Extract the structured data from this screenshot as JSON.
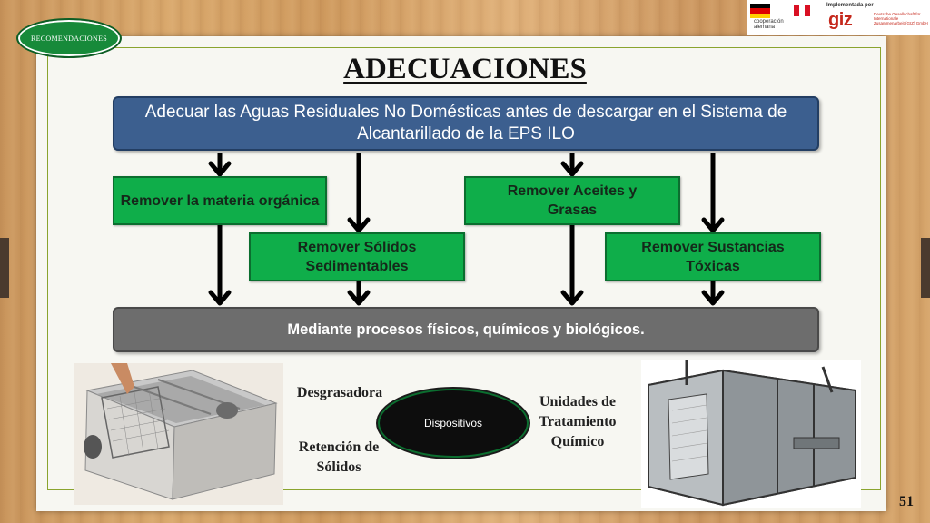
{
  "badge": {
    "label": "RECOMENDACIONES"
  },
  "logos": {
    "cooperation": "cooperación\nalemana",
    "implemented_by": "Implementada por",
    "giz": "giz",
    "giz_desc": "Deutsche Gesellschaft für Internationale Zusammenarbeit (GIZ) GmbH"
  },
  "title": "ADECUACIONES",
  "diagram": {
    "top_box": "Adecuar las Aguas Residuales No Domésticas antes de descargar en el Sistema de Alcantarillado de la EPS ILO",
    "actions": [
      "Remover la materia orgánica",
      "Remover Sólidos Sedimentables",
      "Remover Aceites y Grasas",
      "Remover Sustancias Tóxicas"
    ],
    "bottom_box": "Mediante procesos físicos, químicos y biológicos."
  },
  "devices": {
    "center_label": "Dispositivos",
    "left_top": "Desgrasadora",
    "left_bottom": "Retención de Sólidos",
    "right": "Unidades de Tratamiento Químico"
  },
  "page_number": "51",
  "colors": {
    "blue_box": "#3c5f8f",
    "green_box": "#0fae4a",
    "gray_box": "#6d6d6d",
    "badge_green": "#178a3a",
    "frame_green": "#8aa42e"
  }
}
